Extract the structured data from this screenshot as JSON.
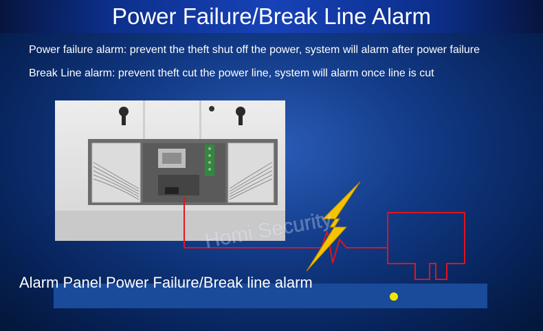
{
  "title": "Power Failure/Break Line Alarm",
  "descriptions": [
    "Power failure alarm: prevent the theft shut off the power, system will alarm after power failure",
    "Break Line alarm: prevent theft cut the power line, system will alarm once line is cut"
  ],
  "watermark": "Homi Security",
  "caption": "Alarm Panel Power Failure/Break line alarm",
  "colors": {
    "wire": "#e0141c",
    "lightning": "#f5c400",
    "indicator": "#f2e600",
    "band": "#1a4a9a"
  }
}
